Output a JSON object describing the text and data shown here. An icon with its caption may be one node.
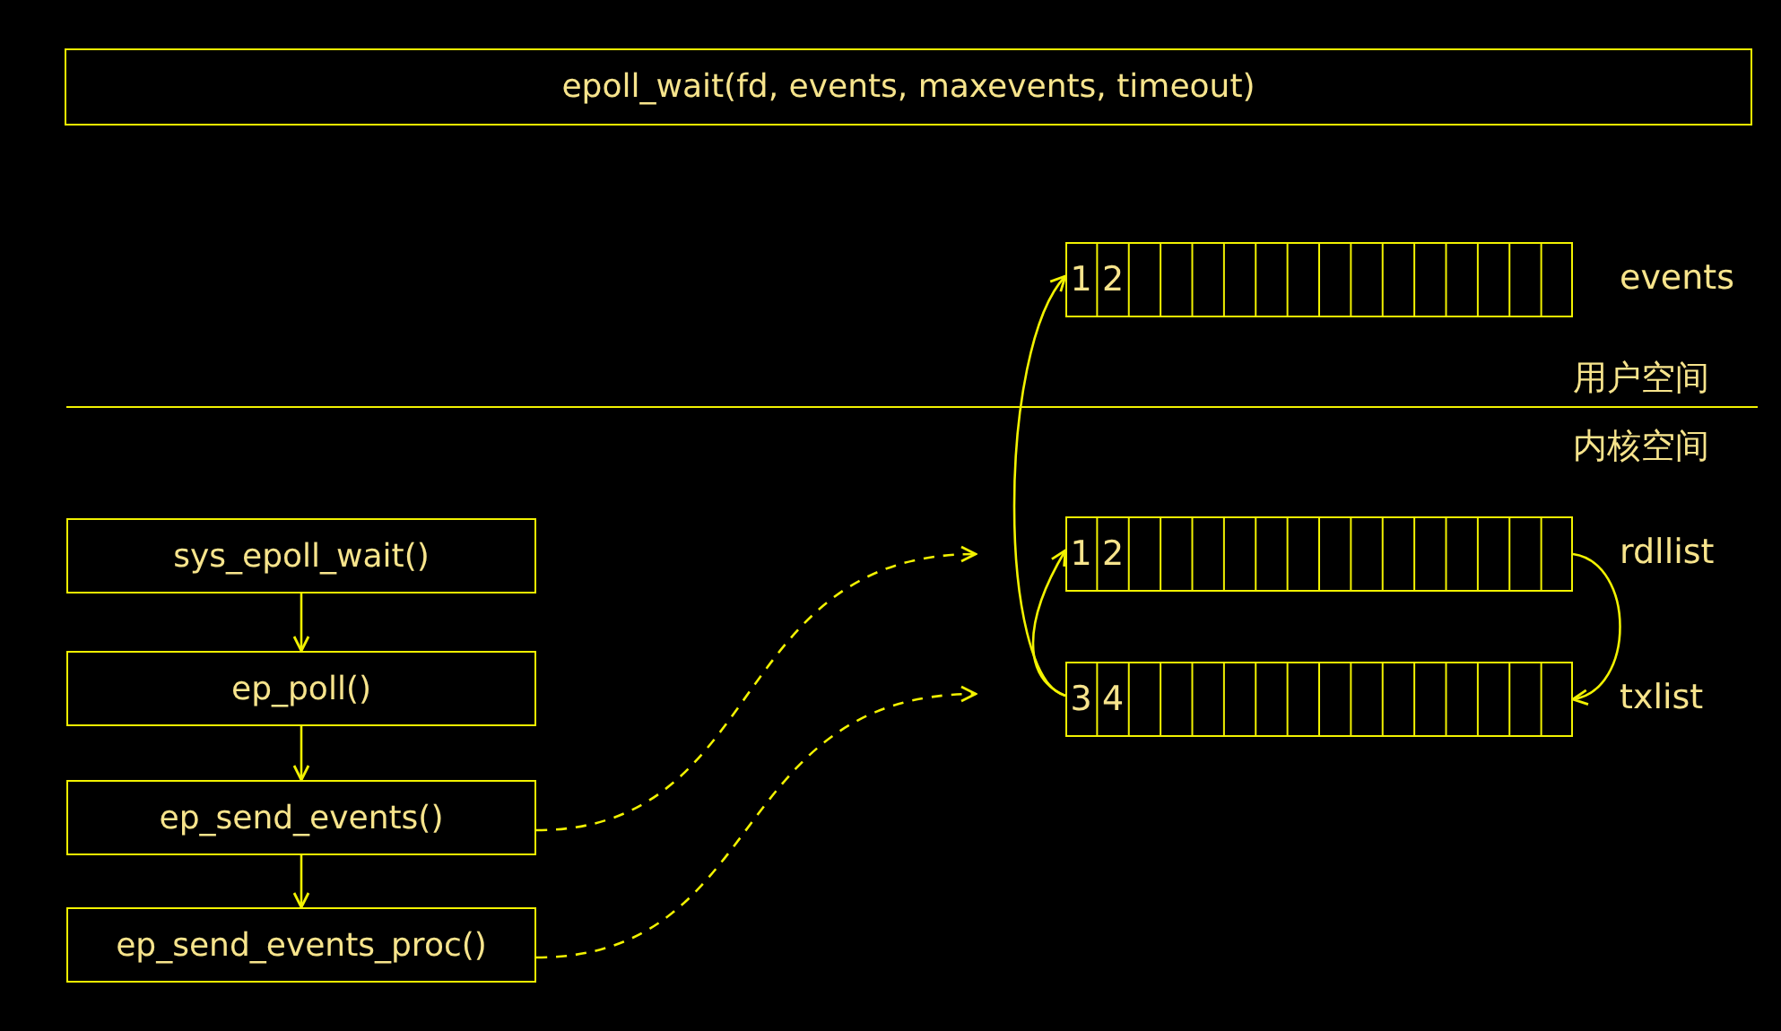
{
  "diagram": {
    "nodes": [
      {
        "text": [
          "epoll_wait(fd, events, maxevents, timeout)"
        ]
      },
      {
        "text": [
          "1",
          "2"
        ],
        "beside": [
          "events"
        ]
      },
      {
        "text": [
          "1",
          "2"
        ],
        "beside": [
          "rdllist"
        ]
      },
      {
        "text": [
          "3",
          "4"
        ],
        "beside": [
          "txlist"
        ]
      },
      {
        "text": [
          "sys_epoll_wait()"
        ]
      },
      {
        "text": [
          "ep_poll()"
        ]
      },
      {
        "text": [
          "ep_send_events()"
        ]
      },
      {
        "text": [
          "ep_send_events_proc()"
        ]
      }
    ],
    "edges": [
      {
        "from": 4,
        "to": 5,
        "arrow": "to"
      },
      {
        "from": 5,
        "to": 6,
        "arrow": "to"
      },
      {
        "from": 6,
        "to": 7,
        "arrow": "to"
      },
      {
        "from": 6,
        "to": null,
        "arrow": "to",
        "style": "dashed"
      },
      {
        "from": 7,
        "to": null,
        "arrow": "to",
        "style": "dashed"
      },
      {
        "from": 3,
        "to": 1,
        "arrow": "to"
      },
      {
        "from": 3,
        "to": 2,
        "arrow": "to"
      },
      {
        "from": 2,
        "to": 3,
        "arrow": "to"
      }
    ],
    "labels": [
      "用户空间",
      "内核空间"
    ]
  }
}
